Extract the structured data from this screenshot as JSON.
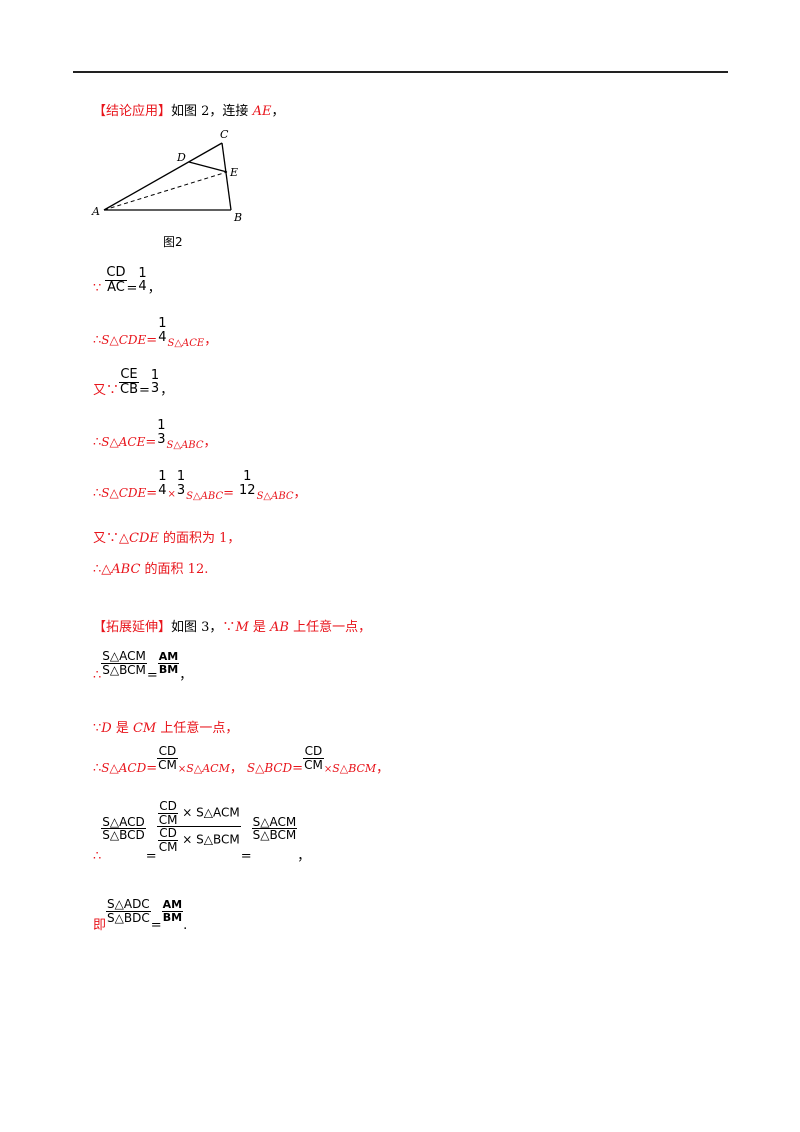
{
  "section1": {
    "head": "【结论应用】",
    "intro_text": "如图 2，连接 ",
    "intro_var": "AE",
    "intro_tail": "，"
  },
  "figure": {
    "labels": {
      "A": "A",
      "B": "B",
      "C": "C",
      "D": "D",
      "E": "E"
    },
    "caption": "图2"
  },
  "steps": {
    "s1": {
      "prefix": "∵",
      "num": "CD",
      "den": "AC",
      "eq": "=",
      "rnum": "1",
      "rden": "4",
      "tail": "，"
    },
    "s2": {
      "prefix": "∴",
      "lhs": "S△CDE",
      "eq": "=",
      "rnum": "1",
      "rden": "4",
      "rhs": "S△ACE",
      "tail": "，"
    },
    "s3": {
      "prefix": "又∵",
      "num": "CE",
      "den": "CB",
      "eq": "=",
      "rnum": "1",
      "rden": "3",
      "tail": "，"
    },
    "s4": {
      "prefix": "∴",
      "lhs": "S△ACE",
      "eq": "=",
      "rnum": "1",
      "rden": "3",
      "rhs": "S△ABC",
      "tail": "，"
    },
    "s5": {
      "prefix": "∴",
      "lhs": "S△CDE",
      "eq": "=",
      "f1num": "1",
      "f1den": "4",
      "times": "×",
      "f2num": "1",
      "f2den": "3",
      "mid": "S△ABC",
      "eq2": "=",
      "f3num": "1",
      "f3den": "12",
      "rhs": "S△ABC",
      "tail": "，"
    },
    "s6": {
      "prefix": "又∵△",
      "var": "CDE",
      "text": " 的面积为 1，"
    },
    "s7": {
      "prefix": "∴△",
      "var": "ABC",
      "text": " 的面积 12."
    }
  },
  "section2": {
    "head": "【拓展延伸】",
    "intro_text": "如图 3，",
    "because": "∵",
    "var_m": "M",
    "mid_text": " 是 ",
    "var_ab": "AB",
    "tail": " 上任意一点，"
  },
  "steps2": {
    "t1": {
      "prefix": "∴",
      "num": "S△ACM",
      "den": "S△BCM",
      "eq": "=",
      "rnum": "AM",
      "rden": "BM",
      "tail": "，"
    },
    "t2": {
      "prefix": "∵",
      "var_d": "D",
      "mid": " 是 ",
      "var_cm": "CM",
      "tail": " 上任意一点，"
    },
    "t3": {
      "prefix": "∴",
      "lhs1": "S△ACD",
      "eq1": "=",
      "f1num": "CD",
      "f1den": "CM",
      "times1": "×",
      "rhs1": "S△ACM",
      "sep": "，",
      "lhs2": "S△BCD",
      "eq2": "=",
      "f2num": "CD",
      "f2den": "CM",
      "times2": "×",
      "rhs2": "S△BCM",
      "tail": "，"
    },
    "t4": {
      "prefix": "∴",
      "num": "S△ACD",
      "den": "S△BCD",
      "eq": "=",
      "bnum_num": "CD",
      "bnum_den": "CM",
      "btimes1": "×",
      "bnum_s": "S△ACM",
      "bden_num": "CD",
      "bden_den": "CM",
      "btimes2": "×",
      "bden_s": "S△BCM",
      "eq2": "=",
      "rnum": "S△ACM",
      "rden": "S△BCM",
      "tail": "，"
    },
    "t5": {
      "prefix": "即",
      "num": "S△ADC",
      "den": "S△BDC",
      "eq": "=",
      "rnum": "AM",
      "rden": "BM",
      "tail": "."
    }
  }
}
